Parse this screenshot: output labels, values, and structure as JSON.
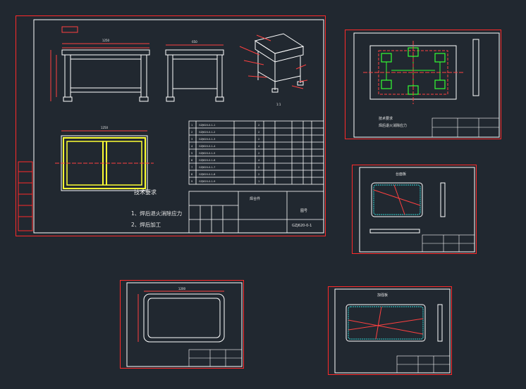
{
  "main_sheet": {
    "title_block": {
      "part_name": "焊合件",
      "drawing_number": "GZJ620-0-1",
      "material_label": "图号"
    },
    "tech_requirements": {
      "heading": "技术要求",
      "items": [
        "1、焊后退火消除应力",
        "2、焊后加工"
      ]
    },
    "iso_label": "1:1",
    "bom_rows": [
      {
        "no": "1",
        "code": "GZJ620-0-1-1",
        "qty": "2"
      },
      {
        "no": "2",
        "code": "GZJ620-0-1-2",
        "qty": "2"
      },
      {
        "no": "3",
        "code": "GZJ620-0-1-3",
        "qty": "2"
      },
      {
        "no": "4",
        "code": "GZJ620-0-1-4",
        "qty": "4"
      },
      {
        "no": "5",
        "code": "GZJ620-0-1-5",
        "qty": "2"
      },
      {
        "no": "6",
        "code": "GZJ620-0-1-6",
        "qty": "4"
      },
      {
        "no": "7",
        "code": "GZJ620-0-1-7",
        "qty": "2"
      },
      {
        "no": "8",
        "code": "GZJ620-0-1-8",
        "qty": "2"
      },
      {
        "no": "9",
        "code": "GZJ620-0-1-9",
        "qty": "1"
      }
    ],
    "front_width": "1250",
    "side_width": "650",
    "plan_width": "1250"
  },
  "sheet_b": {
    "note_1": "技术要求",
    "note_2": "焊后退火消除应力"
  },
  "sheet_c": {
    "title": "台面板"
  },
  "sheet_d": {
    "dim": "1200"
  },
  "sheet_e": {
    "title": "加强板"
  }
}
